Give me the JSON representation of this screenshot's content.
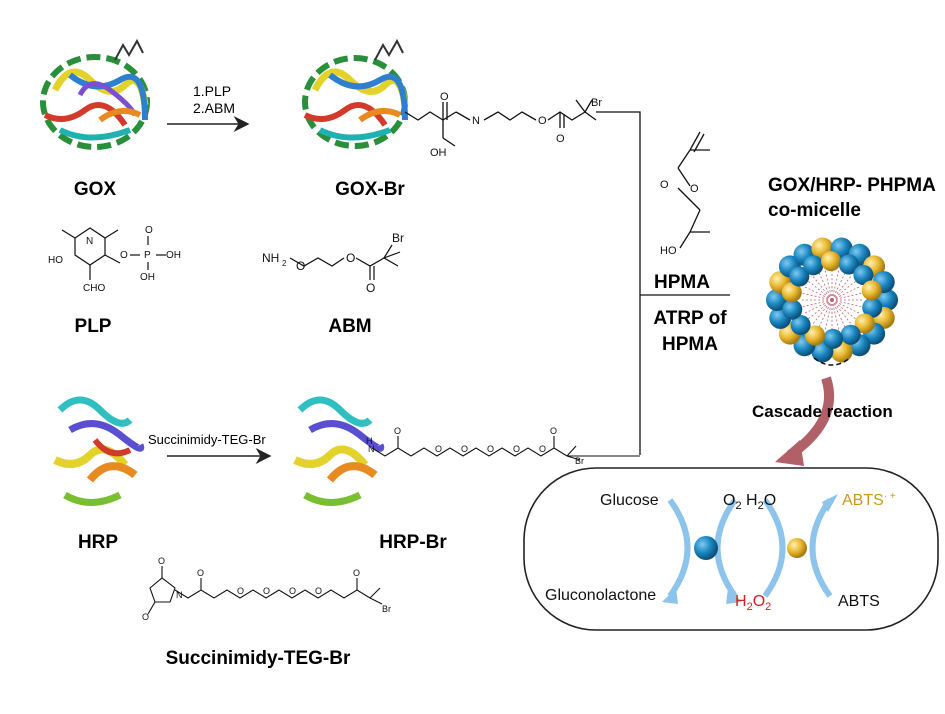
{
  "labels": {
    "gox": "GOX",
    "gox_br": "GOX-Br",
    "plp": "PLP",
    "abm": "ABM",
    "hrp": "HRP",
    "hrp_br": "HRP-Br",
    "succ_reagent": "Succinimidy-TEG-Br",
    "hpma": "HPMA",
    "atrp_line1": "ATRP of",
    "atrp_line2": "HPMA",
    "micelle_line1": "GOX/HRP- PHPMA",
    "micelle_line2": "co-micelle",
    "cascade": "Cascade reaction"
  },
  "steps": {
    "step1": "1.PLP",
    "step2": "2.ABM",
    "hrp_reagent": "Succinimidy-TEG-Br"
  },
  "chem": {
    "br": "Br",
    "o": "O",
    "n": "N",
    "oh": "OH",
    "ho": "HO",
    "p": "P",
    "cho": "CHO",
    "nh2": "NH",
    "h": "H",
    "two": "2"
  },
  "cascade": {
    "glucose": "Glucose",
    "o2": "O",
    "o2_sub": "2",
    "h2o": "H",
    "h2o_sub": "2",
    "h2o_o": "O",
    "abts_rad": "ABTS",
    "abts_rad_sup": "· +",
    "gluconolactone": "Gluconolactone",
    "h2o2": "H",
    "h2o2_sub1": "2",
    "h2o2_o": "O",
    "h2o2_sub2": "2",
    "abts": "ABTS"
  },
  "colors": {
    "blue_sphere": "#1a86c0",
    "yellow_sphere": "#e8b830",
    "arrow_light_blue": "#8cc4ec",
    "cascade_arrow": "#b06066",
    "h2o2_red": "#d42020",
    "abts_gold": "#c79a1c"
  }
}
